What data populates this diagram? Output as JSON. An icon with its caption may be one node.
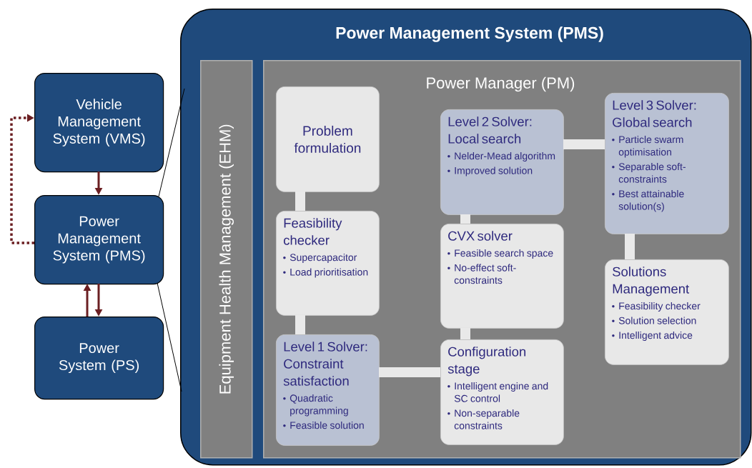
{
  "diagram": {
    "nodes": [
      {
        "text": [
          "Vehicle Management System (VMS)"
        ]
      },
      {
        "text": [
          "Power Management System (PMS)"
        ]
      },
      {
        "text": [
          "Power System (PS)"
        ]
      },
      {
        "text": [
          "Power Management System (PMS)"
        ]
      },
      {
        "text": [
          "Equipment Health Management (EHM)"
        ],
        "in": 3
      },
      {
        "text": [
          "Power Manager (PM)"
        ],
        "in": 3
      },
      {
        "text": [
          "Problem formulation"
        ],
        "in": 5
      },
      {
        "text": [
          "Feasibility checker",
          "Supercapacitor",
          "Load prioritisation"
        ],
        "in": 5
      },
      {
        "text": [
          "Level 1 Solver: Constraint satisfaction",
          "Quadratic programming",
          "Feasible solution"
        ],
        "in": 5
      },
      {
        "text": [
          "Level 2 Solver: Local search",
          "Nelder-Mead algorithm",
          "Improved solution"
        ],
        "in": 5
      },
      {
        "text": [
          "CVX solver",
          "Feasible search space",
          "No-effect soft-constraints"
        ],
        "in": 5
      },
      {
        "text": [
          "Configuration stage",
          "Intelligent engine and SC control",
          "Non-separable constraints"
        ],
        "in": 5
      },
      {
        "text": [
          "Level 3 Solver: Global search",
          "Particle swarm optimisation",
          "Separable soft-constraints",
          "Best attainable solution(s)"
        ],
        "in": 5
      },
      {
        "text": [
          "Solutions Management",
          "Feasibility checker",
          "Solution selection",
          "Intelligent advice"
        ],
        "in": 5
      }
    ],
    "edges": [
      {
        "from": 0,
        "to": 1,
        "arrow": "to",
        "color": "#6b1f22"
      },
      {
        "from": 2,
        "to": 1,
        "arrow": "to",
        "color": "#6b1f22"
      },
      {
        "from": 1,
        "to": 2,
        "arrow": "to",
        "color": "#6b1f22"
      },
      {
        "from": 1,
        "to": 0,
        "arrow": "to",
        "style": "dashed",
        "color": "#6b1f22"
      },
      {
        "from": 1,
        "to": 3,
        "arrow": "none",
        "color": "#000000"
      },
      {
        "from": 1,
        "to": 3,
        "arrow": "none",
        "color": "#000000"
      },
      {
        "from": 6,
        "to": 7,
        "arrow": "none"
      },
      {
        "from": 7,
        "to": 8,
        "arrow": "none"
      },
      {
        "from": 8,
        "to": 11,
        "arrow": "none"
      },
      {
        "from": 11,
        "to": 10,
        "arrow": "none"
      },
      {
        "from": 10,
        "to": 9,
        "arrow": "none"
      },
      {
        "from": 9,
        "to": 12,
        "arrow": "none"
      },
      {
        "from": 12,
        "to": 13,
        "arrow": "none"
      }
    ]
  }
}
